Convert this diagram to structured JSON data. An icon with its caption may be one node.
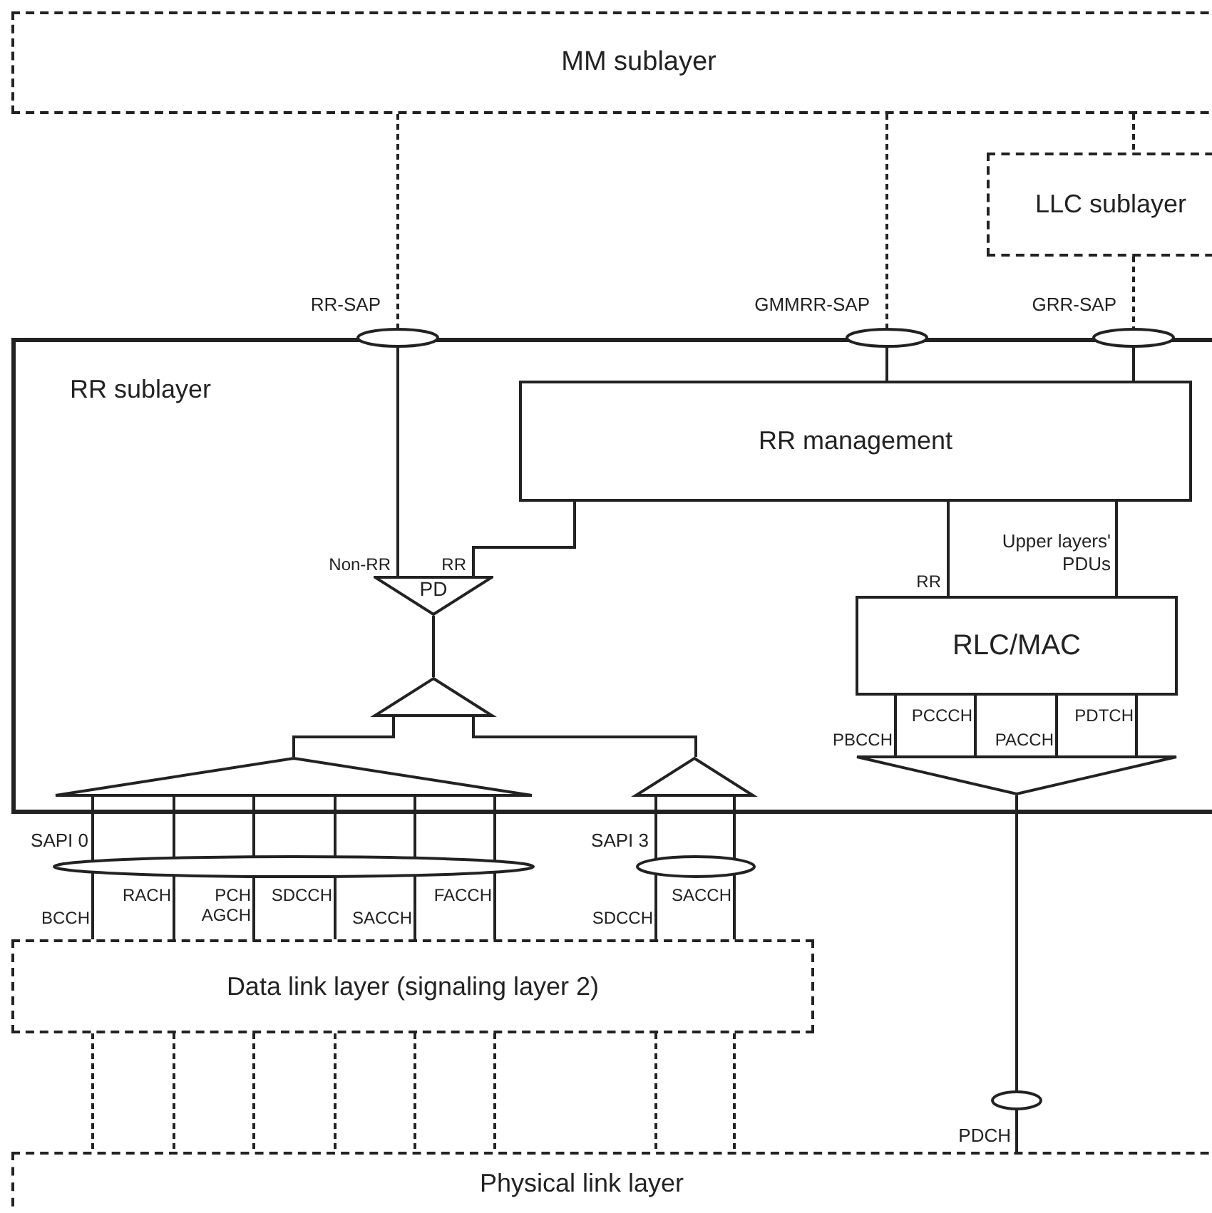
{
  "diagram": {
    "nodes": [
      {
        "text": [
          "MM sublayer"
        ]
      },
      {
        "text": [
          "LLC sublayer"
        ]
      },
      {
        "text": [],
        "shape": "ellipse",
        "beside": [
          "RR-SAP"
        ]
      },
      {
        "text": [],
        "shape": "ellipse",
        "beside": [
          "GMMRR-SAP"
        ]
      },
      {
        "text": [],
        "shape": "ellipse",
        "beside": [
          "GRR-SAP"
        ]
      },
      {
        "text": [
          "RR sublayer"
        ]
      },
      {
        "text": [
          "RR management"
        ],
        "in": 5
      },
      {
        "text": [
          "PD"
        ],
        "in": 5
      },
      {
        "text": [
          "RLC/MAC"
        ],
        "in": 5
      },
      {
        "text": [],
        "shape": "triangle",
        "in": 5
      },
      {
        "text": [],
        "shape": "triangle",
        "in": 5
      },
      {
        "text": [],
        "shape": "triangle",
        "in": 5
      },
      {
        "text": [],
        "shape": "triangle",
        "in": 5
      },
      {
        "text": [
          "Data link layer (signaling layer 2)"
        ]
      },
      {
        "text": [
          "Physical link layer"
        ]
      },
      {
        "text": [],
        "shape": "ellipse",
        "beside": [
          "SAPI 0"
        ]
      },
      {
        "text": [],
        "shape": "ellipse",
        "beside": [
          "SAPI 3"
        ]
      },
      {
        "text": [],
        "shape": "ellipse",
        "beside": [
          "PDCH"
        ]
      }
    ],
    "edges": [
      {
        "from": 0,
        "to": 2,
        "arrow": "none",
        "style": "dashed"
      },
      {
        "from": 0,
        "to": 3,
        "arrow": "none",
        "style": "dashed"
      },
      {
        "from": 0,
        "to": 1,
        "arrow": "none",
        "style": "dashed"
      },
      {
        "from": 1,
        "to": 4,
        "arrow": "none",
        "style": "dashed"
      },
      {
        "from": 2,
        "to": 7,
        "arrow": "none",
        "label": "Non-RR"
      },
      {
        "from": 3,
        "to": 6,
        "arrow": "none"
      },
      {
        "from": 4,
        "to": 6,
        "arrow": "none"
      },
      {
        "from": 6,
        "to": 7,
        "arrow": "none",
        "label": "RR"
      },
      {
        "from": 6,
        "to": 8,
        "arrow": "none",
        "label": "RR"
      },
      {
        "from": 6,
        "to": 8,
        "arrow": "none",
        "label": "Upper layers' PDUs"
      },
      {
        "from": 7,
        "to": 9,
        "arrow": "none"
      },
      {
        "from": 9,
        "to": 10,
        "arrow": "none"
      },
      {
        "from": 9,
        "to": 11,
        "arrow": "none"
      },
      {
        "from": 8,
        "to": 12,
        "arrow": "none",
        "label": "PBCCH"
      },
      {
        "from": 8,
        "to": 12,
        "arrow": "none",
        "label": "PCCCH"
      },
      {
        "from": 8,
        "to": 12,
        "arrow": "none",
        "label": "PACCH"
      },
      {
        "from": 8,
        "to": 12,
        "arrow": "none",
        "label": "PDTCH"
      },
      {
        "from": 15,
        "to": 13,
        "arrow": "none",
        "label": "BCCH"
      },
      {
        "from": 15,
        "to": 13,
        "arrow": "none",
        "label": "RACH"
      },
      {
        "from": 15,
        "to": 13,
        "arrow": "none",
        "label": "PCH AGCH"
      },
      {
        "from": 15,
        "to": 13,
        "arrow": "none",
        "label": "SDCCH"
      },
      {
        "from": 15,
        "to": 13,
        "arrow": "none",
        "label": "SACCH"
      },
      {
        "from": 15,
        "to": 13,
        "arrow": "none",
        "label": "FACCH"
      },
      {
        "from": 16,
        "to": 13,
        "arrow": "none",
        "label": "SDCCH"
      },
      {
        "from": 16,
        "to": 13,
        "arrow": "none",
        "label": "SACCH"
      },
      {
        "from": 17,
        "to": 14,
        "arrow": "none"
      },
      {
        "from": 13,
        "to": 14,
        "arrow": "none",
        "style": "dashed"
      },
      {
        "from": 13,
        "to": 14,
        "arrow": "none",
        "style": "dashed"
      },
      {
        "from": 13,
        "to": 14,
        "arrow": "none",
        "style": "dashed"
      },
      {
        "from": 13,
        "to": 14,
        "arrow": "none",
        "style": "dashed"
      },
      {
        "from": 13,
        "to": 14,
        "arrow": "none",
        "style": "dashed"
      },
      {
        "from": 13,
        "to": 14,
        "arrow": "none",
        "style": "dashed"
      },
      {
        "from": 13,
        "to": 14,
        "arrow": "none",
        "style": "dashed"
      },
      {
        "from": 13,
        "to": 14,
        "arrow": "none",
        "style": "dashed"
      },
      {
        "from": 10,
        "to": 15,
        "arrow": "none"
      },
      {
        "from": 10,
        "to": 15,
        "arrow": "none"
      },
      {
        "from": 10,
        "to": 15,
        "arrow": "none"
      },
      {
        "from": 10,
        "to": 15,
        "arrow": "none"
      },
      {
        "from": 10,
        "to": 15,
        "arrow": "none"
      },
      {
        "from": 10,
        "to": 15,
        "arrow": "none"
      },
      {
        "from": 11,
        "to": 16,
        "arrow": "none"
      },
      {
        "from": 11,
        "to": 16,
        "arrow": "none"
      },
      {
        "from": 12,
        "to": 17,
        "arrow": "none"
      }
    ]
  }
}
